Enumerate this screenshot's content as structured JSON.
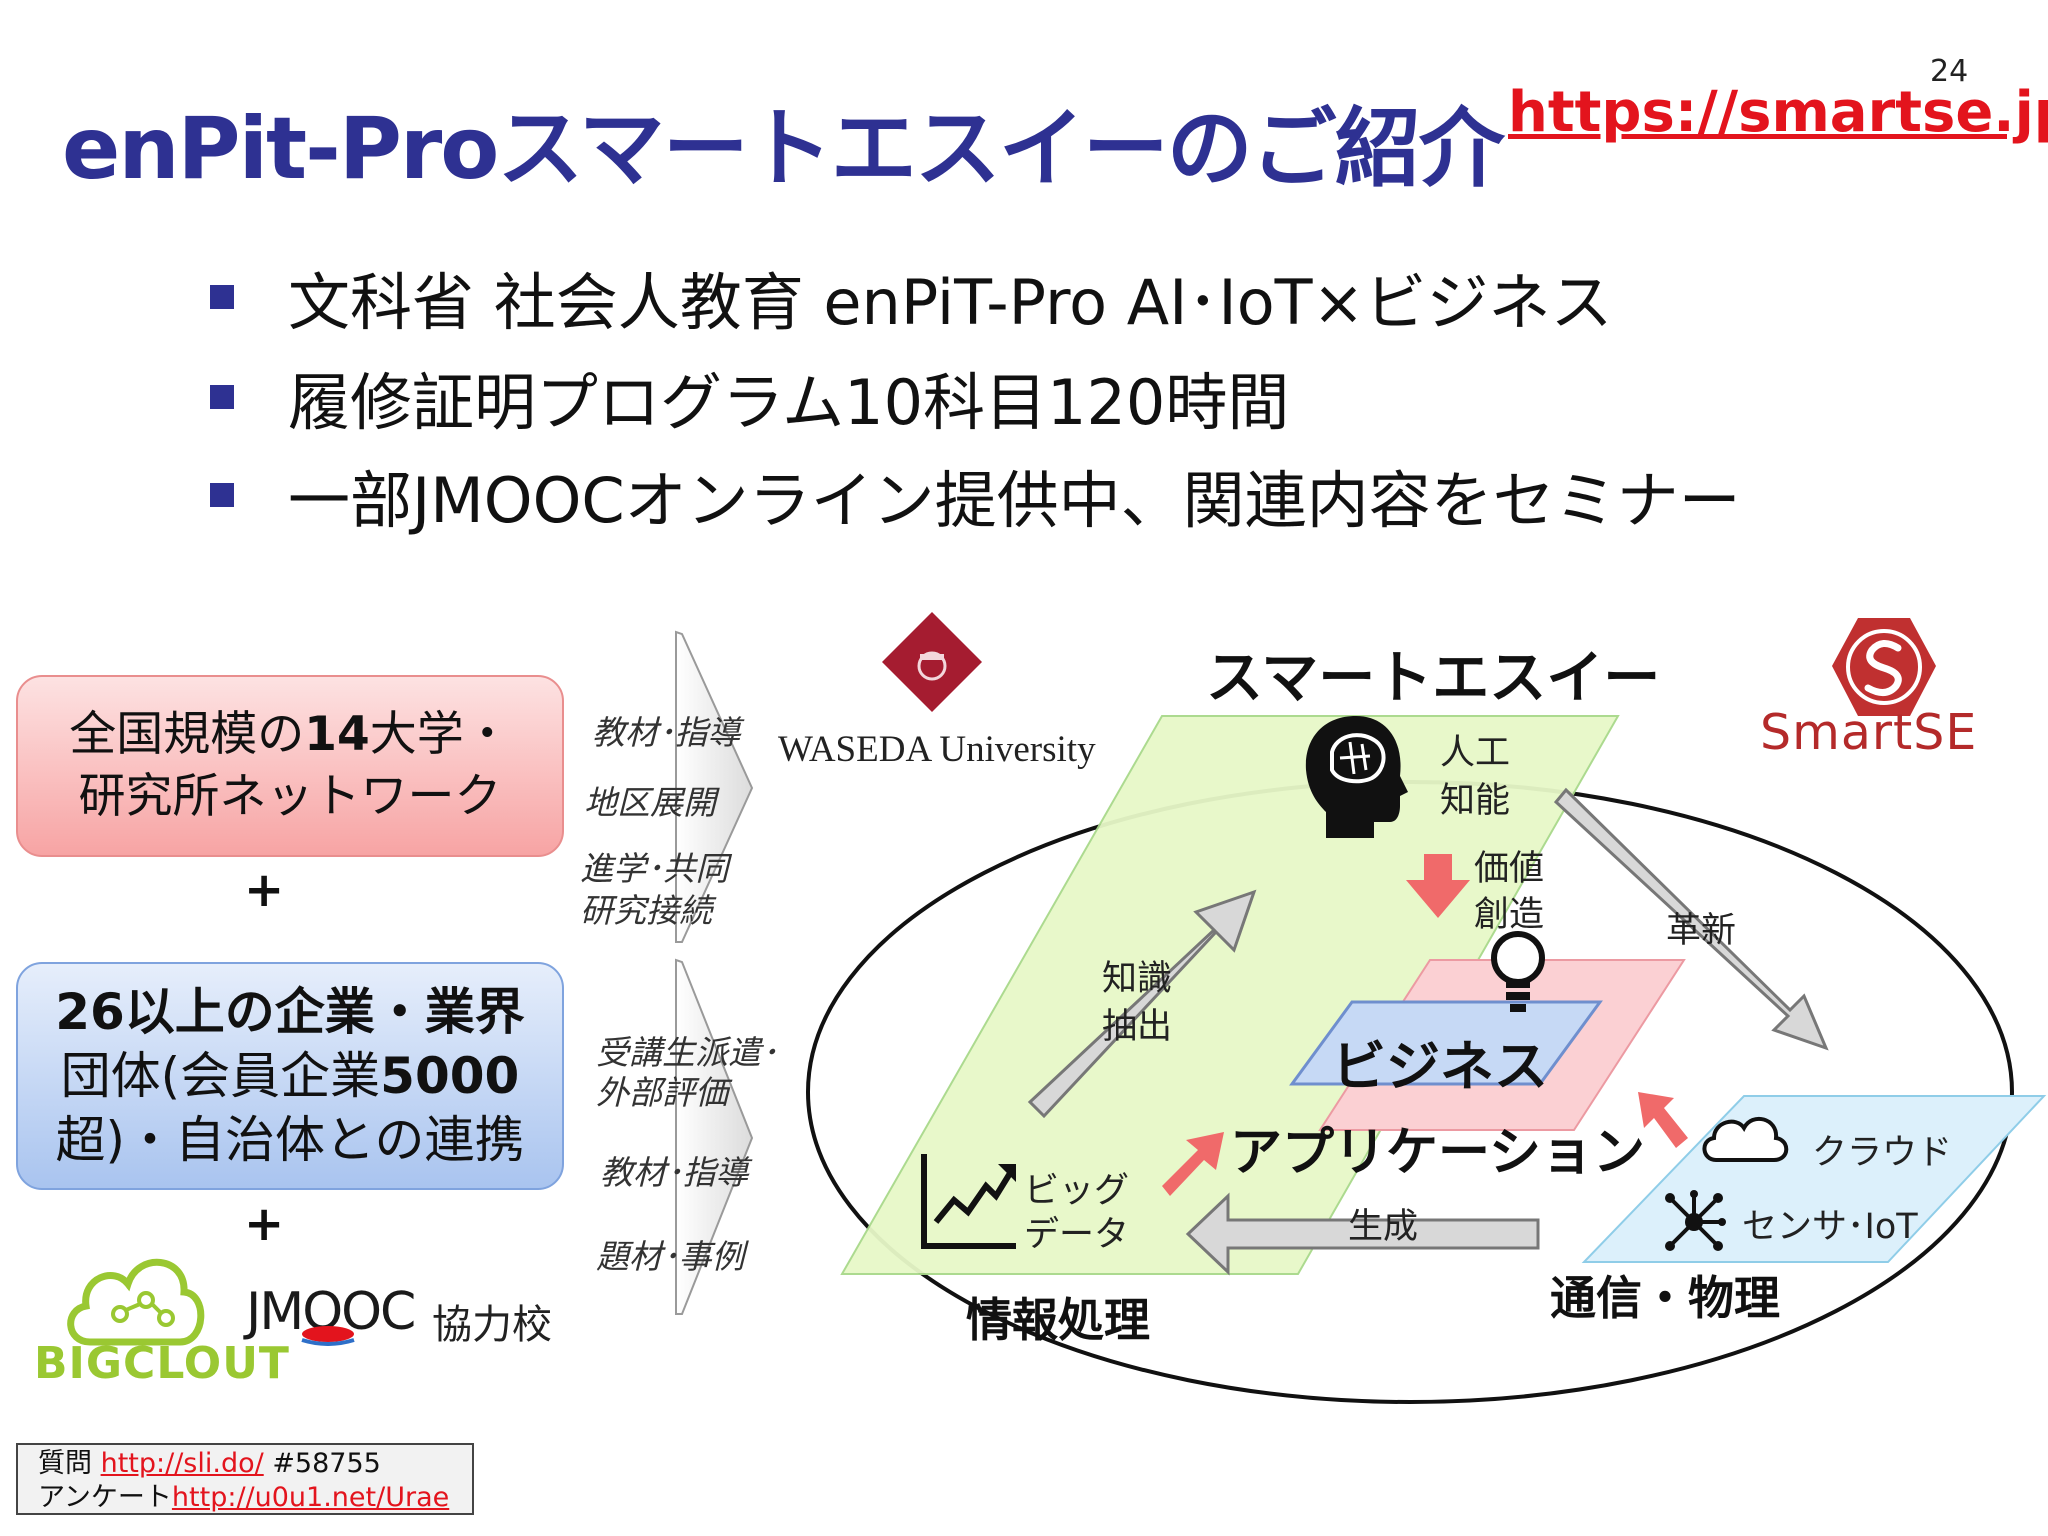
{
  "page_number": "24",
  "title": "enPit-Proスマートエスイーのご紹介",
  "site_url": "https://smartse.jp",
  "bullets": [
    "文科省 社会人教育 enPiT-Pro AI･IoT×ビジネス",
    "履修証明プログラム10科目120時間",
    "一部JMOOCオンライン提供中、関連内容をセミナー"
  ],
  "left_boxes": {
    "network": {
      "line1_pre": "全国規模の",
      "line1_num": "14",
      "line1_post": "大学・",
      "line2": "研究所ネットワーク"
    },
    "plus1": "+",
    "companies": {
      "line1": "26以上の企業・業界",
      "line2_pre": "団体(会員企業",
      "line2_num": "5000",
      "line3": "超)・自治体との連携"
    },
    "plus2": "+"
  },
  "chevron_labels_top": [
    "教材･指導",
    "地区展開",
    "進学･共同",
    "研究接続"
  ],
  "chevron_labels_bottom": [
    "受講生派遣･",
    "外部評価",
    "教材･指導",
    "題材･事例"
  ],
  "logos": {
    "waseda": "WASEDA University",
    "smartse": "SmartSE",
    "bigclout": "BIGCLOUT",
    "jmooc": "JMOOC",
    "kyoryoku": "協力校"
  },
  "diagram": {
    "heading": "スマートエスイー",
    "ai_line1": "人工",
    "ai_line2": "知能",
    "value_line1": "価値",
    "value_line2": "創造",
    "innovation": "革新",
    "knowledge_line1": "知識",
    "knowledge_line2": "抽出",
    "business": "ビジネス",
    "application": "アプリケーション",
    "cloud": "クラウド",
    "sensor": "センサ･IoT",
    "bigdata_line1": "ビッグ",
    "bigdata_line2": "データ",
    "generate": "生成",
    "info_processing": "情報処理",
    "comm_physics": "通信・物理"
  },
  "footer": {
    "q_label": "質問",
    "q_url": "http://sli.do/",
    "q_code": "#58755",
    "survey_label": "アンケート",
    "survey_url": "http://u0u1.net/Urae"
  },
  "colors": {
    "title_blue": "#2e3192",
    "link_red": "#e3141d",
    "waseda_red": "#a51c30",
    "smartse_red": "#b42a2a",
    "green_plane": "#e7f8c8",
    "pink_plane": "#fbd0d3",
    "blue_plane": "#dcf0fb"
  }
}
